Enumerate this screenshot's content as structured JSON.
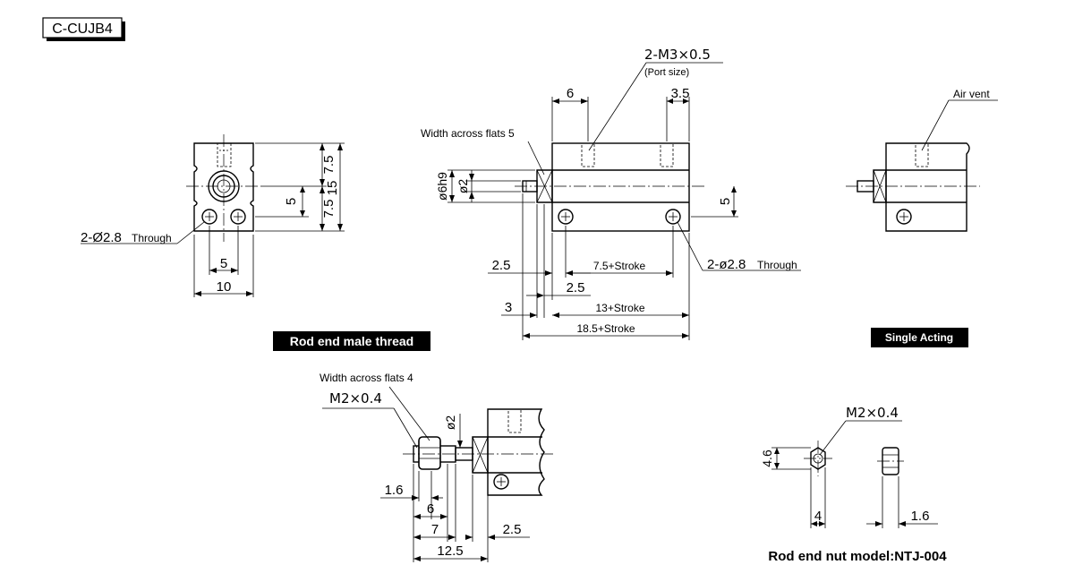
{
  "model_code": "C-CUJB4",
  "captions": {
    "rod_end_male_thread": "Rod end male thread",
    "single_acting": "Single Acting",
    "rod_end_nut": "Rod end nut model:NTJ-004"
  },
  "end_view": {
    "dim_7_5_top": "7.5",
    "dim_15": "15",
    "dim_5_right": "5",
    "dim_7_5_bottom": "7.5",
    "holes_label": "2-Ø2.8",
    "holes_suffix": "Through",
    "dim_5_bottom": "5",
    "dim_10": "10"
  },
  "side_view": {
    "port_label": "2-M3×0.5",
    "port_note": "(Port size)",
    "dim_6": "6",
    "dim_3_5": "3.5",
    "flats_label": "Width across flats 5",
    "dia_6h9": "ø6h9",
    "dia_2": "ø2",
    "dim_5_right": "5",
    "dim_2_5_a": "2.5",
    "dim_7_5_stroke": "7.5+Stroke",
    "holes_label": "2-ø2.8",
    "holes_suffix": "Through",
    "dim_2_5_b": "2.5",
    "dim_3": "3",
    "dim_13_stroke": "13+Stroke",
    "dim_18_5_stroke": "18.5+Stroke"
  },
  "single_acting_view": {
    "air_vent": "Air vent"
  },
  "thread_detail": {
    "flats_label": "Width across flats 4",
    "thread_label": "M2×0.4",
    "dia_2": "ø2",
    "dim_1_6": "1.6",
    "dim_6": "6",
    "dim_7": "7",
    "dim_2_5": "2.5",
    "dim_12_5": "12.5"
  },
  "nut_view": {
    "thread_label": "M2×0.4",
    "dim_4_6": "4.6",
    "dim_4": "4",
    "dim_1_6": "1.6"
  }
}
